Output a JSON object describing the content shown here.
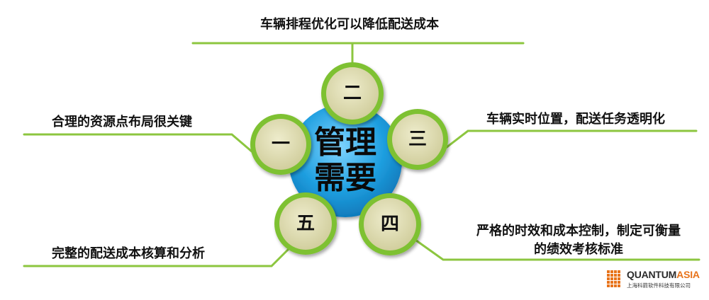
{
  "center": {
    "line1": "管理",
    "line2": "需要"
  },
  "petals": {
    "one": "一",
    "two": "二",
    "three": "三",
    "four": "四",
    "five": "五"
  },
  "labels": {
    "two": "车辆排程优化可以降低配送成本",
    "one": "合理的资源点布局很关键",
    "three": "车辆实时位置，配送任务透明化",
    "four_line1": "严格的时效和成本控制，制定可衡量",
    "four_line2": "的绩效考核标准",
    "five": "完整的配送成本核算和分析"
  },
  "logo": {
    "brand_part1": "QUANTUM",
    "brand_part2": "ASIA",
    "subtitle": "上海科箭软件科技有限公司"
  },
  "colors": {
    "center_fill": "#1f9fe0",
    "petal_fill": "#dddcb0",
    "petal_ring": "#7ec133",
    "line": "#8cc63f",
    "logo_orange": "#e8731a"
  }
}
